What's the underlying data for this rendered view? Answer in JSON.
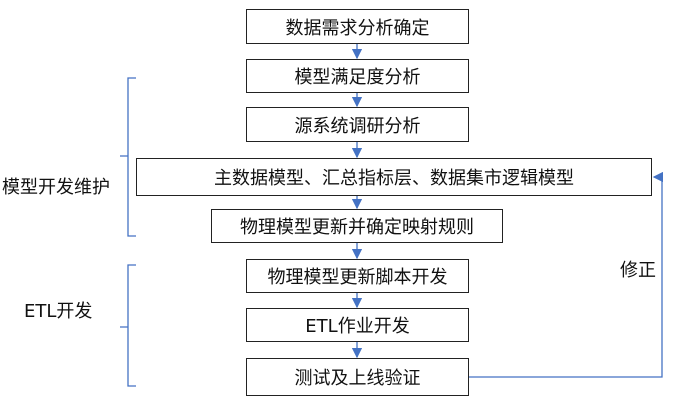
{
  "steps": [
    "数据需求分析确定",
    "模型满足度分析",
    "源系统调研分析",
    "主数据模型、汇总指标层、数据集市逻辑模型",
    "物理模型更新并确定映射规则",
    "物理模型更新脚本开发",
    "ETL作业开发",
    "测试及上线验证"
  ],
  "groups": {
    "model": "模型开发维护",
    "etl": "ETL开发"
  },
  "feedback_label": "修正",
  "colors": {
    "arrow": "#4472c4",
    "bracket": "#4472c4",
    "border": "#222222"
  }
}
